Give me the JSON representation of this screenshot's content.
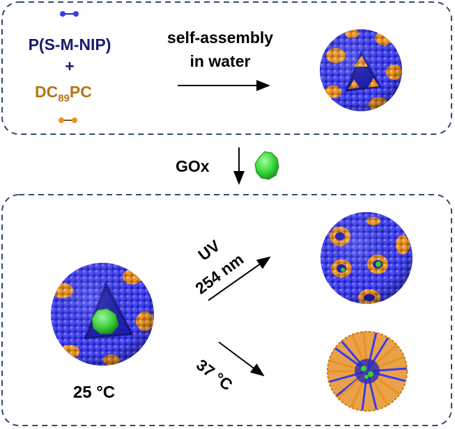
{
  "top_panel": {
    "polymer_label": "P(S-M-NIP)",
    "plus": "+",
    "lipid_label_main": "DC",
    "lipid_label_sub": "89",
    "lipid_label_end": "PC",
    "process_line1": "self-assembly",
    "process_line2": "in water"
  },
  "middle": {
    "enzyme_label": "GOx"
  },
  "bottom_panel": {
    "uv_line1": "UV",
    "uv_line2": "254 nm",
    "temp_label": "37 °C",
    "temp_start": "25 °C"
  },
  "colors": {
    "polymer": "#3a3af0",
    "lipid": "#e8921f",
    "enzyme": "#36d436",
    "text_polymer": "#1a1a6e",
    "text_lipid": "#b87414",
    "border": "#2f4a6e"
  }
}
